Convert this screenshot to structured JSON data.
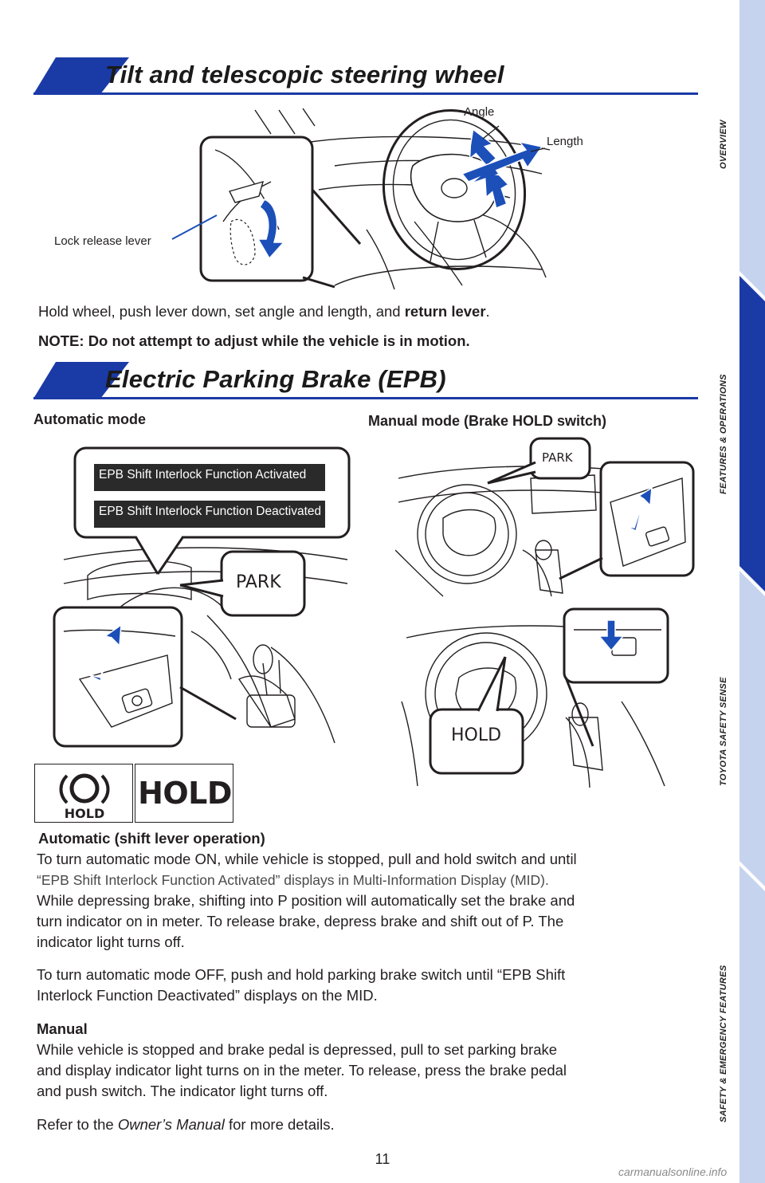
{
  "sidebar": {
    "tabs": [
      {
        "label": "OVERVIEW",
        "active": false
      },
      {
        "label": "FEATURES & OPERATIONS",
        "active": true
      },
      {
        "label": "TOYOTA SAFETY SENSE",
        "active": false
      },
      {
        "label": "SAFETY & EMERGENCY FEATURES",
        "active": false
      }
    ],
    "colors": {
      "inactive": "#c5d3ee",
      "active": "#1a3aa6"
    }
  },
  "section1": {
    "title": "Tilt and telescopic steering wheel",
    "labels": {
      "angle": "Angle",
      "length": "Length",
      "lock_release": "Lock release lever"
    },
    "instruction_prefix": "Hold wheel, push lever down, set angle and length, and ",
    "instruction_bold": "return lever",
    "instruction_suffix": ".",
    "note": "NOTE: Do not attempt to adjust while the vehicle is in motion."
  },
  "section2": {
    "title": "Electric Parking Brake (EPB)",
    "automatic_mode_label": "Automatic mode",
    "manual_mode_label": "Manual mode (Brake HOLD switch)",
    "msg_activated": "EPB Shift Interlock Function Activated",
    "msg_deactivated": "EPB Shift Interlock Function Deactivated",
    "park_text": "PARK",
    "hold_text": "HOLD",
    "indicator_hold_caption": "HOLD",
    "indicator_hold_big": "HOLD",
    "auto_heading": "Automatic (shift lever operation)",
    "auto_line1": "To turn automatic mode ON, while vehicle is stopped, pull and hold switch and until",
    "auto_line2": "“EPB Shift Interlock Function Activated” displays in Multi-Information Display (MID).",
    "auto_line3": "While depressing brake, shifting into P position will automatically set the brake and",
    "auto_line4": "turn indicator on in meter. To release brake, depress brake and shift out of P. The",
    "auto_line5": "indicator light turns off.",
    "auto_off_line1": "To turn automatic mode OFF, push and hold parking brake switch until “EPB Shift",
    "auto_off_line2": "Interlock Function Deactivated” displays on the MID.",
    "manual_heading": "Manual",
    "manual_line1": "While vehicle is stopped and brake pedal is depressed, pull to set parking brake",
    "manual_line2": "and display indicator light turns on in the meter. To release, press the brake pedal",
    "manual_line3": "and push switch. The indicator light turns off.",
    "refer_prefix": "Refer to the ",
    "refer_italic": "Owner’s Manual",
    "refer_suffix": " for more details."
  },
  "page_number": "11",
  "watermark": "carmanualsonline.info",
  "colors": {
    "accent_blue": "#1a3aa6",
    "header_line": "#1a3aa6",
    "callout_blue": "#1c4fb8"
  }
}
